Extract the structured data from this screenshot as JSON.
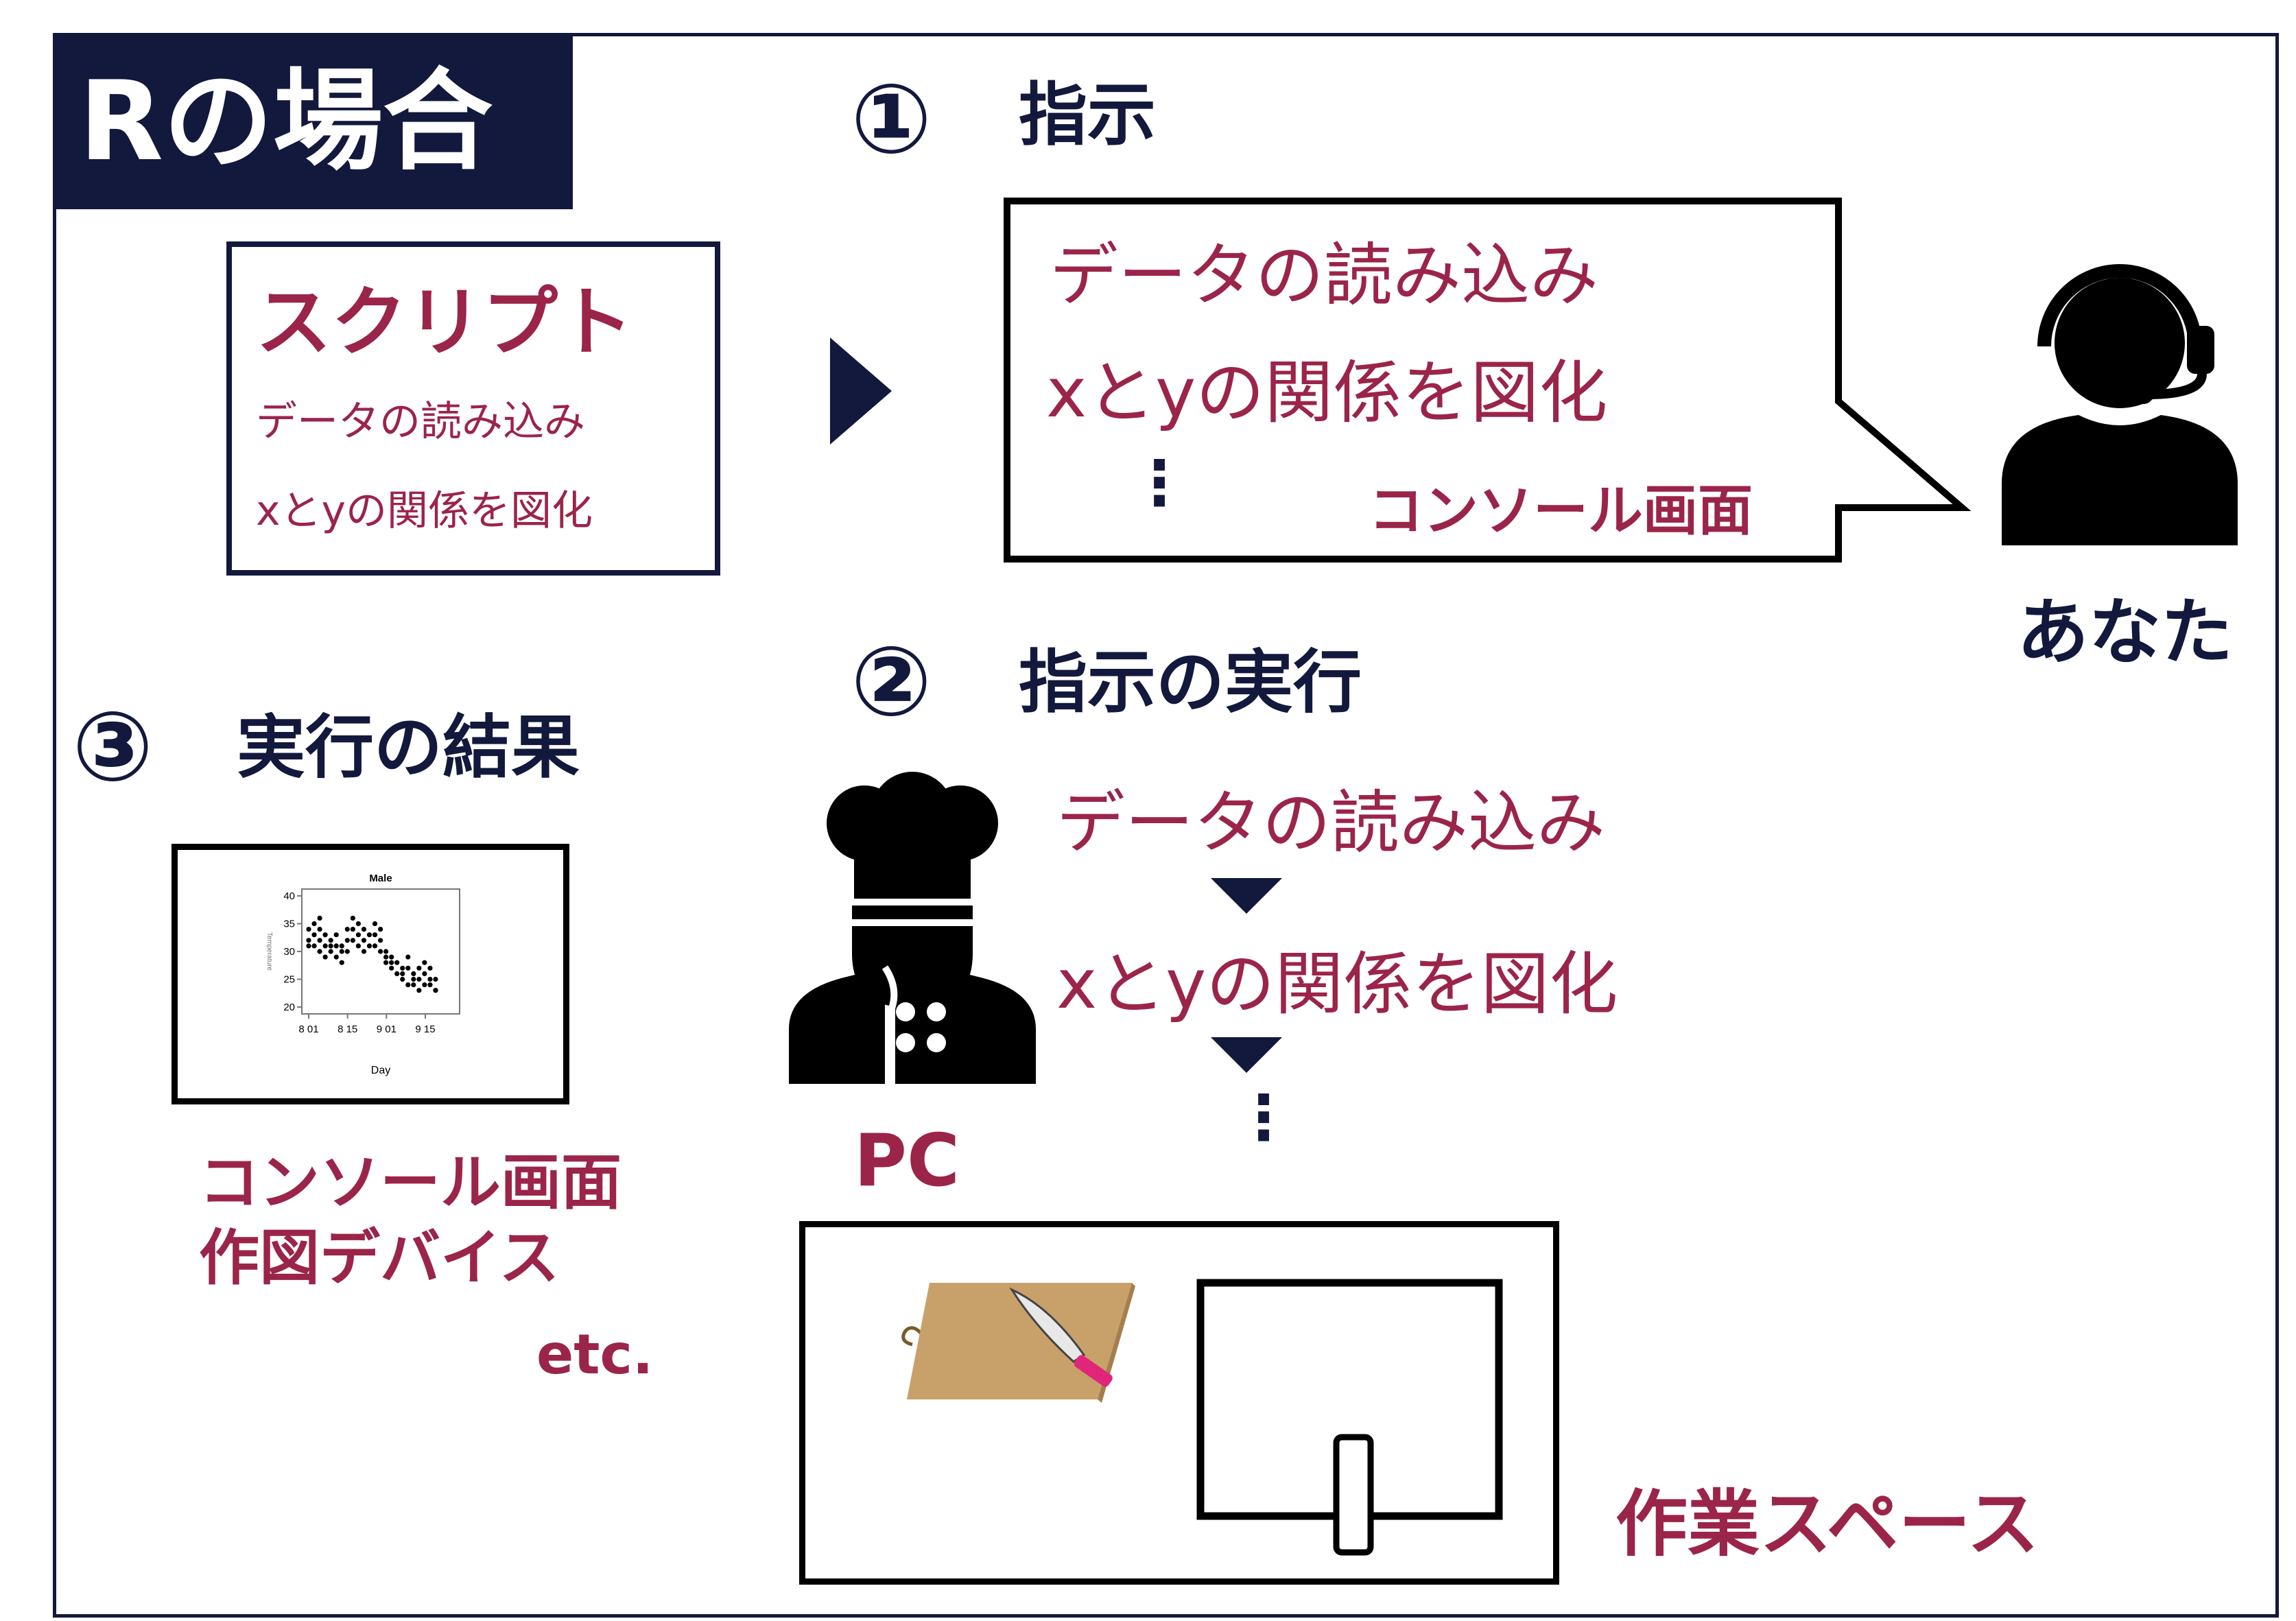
{
  "header": {
    "title": "Rの場合"
  },
  "step1": {
    "number": "①",
    "label": "指示"
  },
  "step2": {
    "number": "②",
    "label": "指示の実行"
  },
  "step3": {
    "number": "③",
    "label": "実行の結果"
  },
  "script_box": {
    "title": "スクリプト",
    "lines": [
      "データの読み込み",
      "xとyの関係を図化"
    ]
  },
  "console_bubble": {
    "lines": [
      "データの読み込み",
      "xとyの関係を図化"
    ],
    "ellipsis": "⋮",
    "caption": "コンソール画面"
  },
  "user": {
    "label": "あなた",
    "icon": "operator-headset-icon"
  },
  "pc": {
    "label": "PC",
    "icon": "chef-icon"
  },
  "execution_flow": {
    "steps": [
      "データの読み込み",
      "xとyの関係を図化"
    ],
    "ellipsis": "⋮"
  },
  "workspace": {
    "label": "作業スペース",
    "icons": [
      "cutting-board-icon",
      "knife-icon",
      "stove-icon"
    ]
  },
  "result": {
    "outputs": [
      "コンソール画面",
      "作図デバイス"
    ],
    "etc": "etc.",
    "plot": {
      "title": "Male",
      "xlabel": "Day",
      "ylabel": "Temperature",
      "y_ticks": [
        "40",
        "35",
        "30",
        "25",
        "20"
      ],
      "x_ticks": [
        "8 01",
        "8 15",
        "9 01",
        "9 15"
      ]
    }
  },
  "chart_data": {
    "type": "scatter",
    "title": "Male",
    "xlabel": "Day",
    "ylabel": "Temperature",
    "ylim": [
      20,
      40
    ],
    "x_tick_labels": [
      "8 01",
      "8 15",
      "9 01",
      "9 15"
    ],
    "series": [
      {
        "x": [
          1,
          1,
          1,
          2,
          2,
          2,
          3,
          3,
          3,
          3,
          4,
          4,
          4,
          5,
          5,
          5,
          6,
          6,
          6,
          7,
          7,
          7,
          8,
          8,
          8,
          9,
          9,
          9,
          10,
          10,
          10,
          11,
          11,
          11,
          12,
          12,
          13,
          13,
          13,
          14,
          14,
          14,
          15,
          15,
          15,
          16,
          16,
          16,
          17,
          17,
          18,
          18,
          18,
          19,
          19,
          19,
          20,
          20,
          20,
          21,
          21,
          21,
          22,
          22,
          22,
          23,
          23,
          23,
          24,
          24,
          24
        ],
        "y": [
          34,
          32,
          31,
          35,
          33,
          31,
          36,
          34,
          32,
          30,
          33,
          31,
          29,
          32,
          31,
          30,
          33,
          31,
          29,
          31,
          30,
          28,
          34,
          32,
          30,
          36,
          34,
          32,
          35,
          33,
          31,
          34,
          32,
          30,
          33,
          31,
          35,
          33,
          31,
          34,
          32,
          30,
          28,
          30,
          29,
          27,
          29,
          28,
          26,
          28,
          27,
          25,
          26,
          24,
          29,
          27,
          25,
          26,
          24,
          23,
          27,
          25,
          24,
          28,
          26,
          24,
          27,
          25,
          23,
          25,
          23
        ]
      }
    ]
  },
  "colors": {
    "navy": "#13183d",
    "wine": "#9b2449",
    "board": "#c8a06a",
    "knife_handle": "#e0257a"
  }
}
